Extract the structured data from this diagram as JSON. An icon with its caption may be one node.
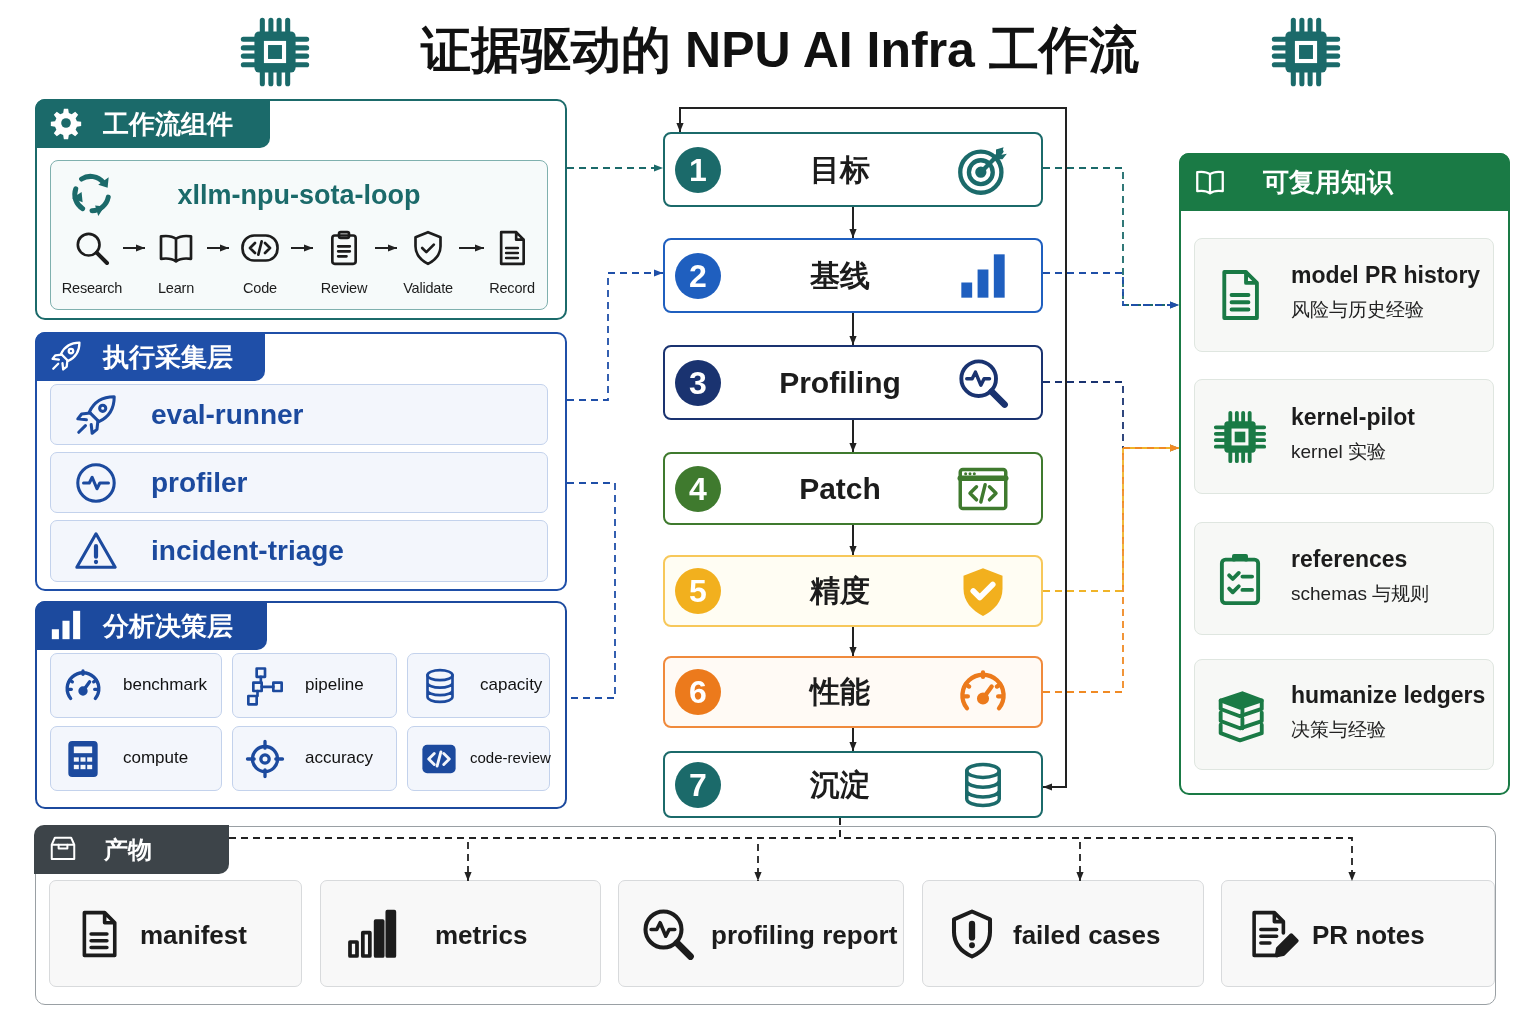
{
  "diagram": {
    "title": "证据驱动的 NPU AI Infra 工作流",
    "nodes": [
      {
        "text": [
          "工作流组件"
        ]
      },
      {
        "text": [
          "xllm-npu-sota-loop"
        ],
        "in": 0
      },
      {
        "text": [
          "Research"
        ],
        "in": 1
      },
      {
        "text": [
          "Learn"
        ],
        "in": 1
      },
      {
        "text": [
          "Code"
        ],
        "in": 1
      },
      {
        "text": [
          "Review"
        ],
        "in": 1
      },
      {
        "text": [
          "Validate"
        ],
        "in": 1
      },
      {
        "text": [
          "Record"
        ],
        "in": 1
      },
      {
        "text": [
          "执行采集层"
        ]
      },
      {
        "text": [
          "eval-runner"
        ],
        "in": 8
      },
      {
        "text": [
          "profiler"
        ],
        "in": 8
      },
      {
        "text": [
          "incident-triage"
        ],
        "in": 8
      },
      {
        "text": [
          "分析决策层"
        ]
      },
      {
        "text": [
          "benchmark"
        ],
        "in": 12
      },
      {
        "text": [
          "pipeline"
        ],
        "in": 12
      },
      {
        "text": [
          "capacity"
        ],
        "in": 12
      },
      {
        "text": [
          "compute"
        ],
        "in": 12
      },
      {
        "text": [
          "accuracy"
        ],
        "in": 12
      },
      {
        "text": [
          "code-review"
        ],
        "in": 12
      },
      {
        "text": [
          "1",
          "目标"
        ]
      },
      {
        "text": [
          "2",
          "基线"
        ]
      },
      {
        "text": [
          "3",
          "Profiling"
        ]
      },
      {
        "text": [
          "4",
          "Patch"
        ]
      },
      {
        "text": [
          "5",
          "精度"
        ]
      },
      {
        "text": [
          "6",
          "性能"
        ]
      },
      {
        "text": [
          "7",
          "沉淀"
        ]
      },
      {
        "text": [
          "可复用知识"
        ]
      },
      {
        "text": [
          "model PR history",
          "风险与历史经验"
        ],
        "in": 26
      },
      {
        "text": [
          "kernel-pilot",
          "kernel 实验"
        ],
        "in": 26
      },
      {
        "text": [
          "references",
          "schemas 与规则"
        ],
        "in": 26
      },
      {
        "text": [
          "humanize ledgers",
          "决策与经验"
        ],
        "in": 26
      },
      {
        "text": [
          "产物"
        ]
      },
      {
        "text": [
          "manifest"
        ],
        "in": 31
      },
      {
        "text": [
          "metrics"
        ],
        "in": 31
      },
      {
        "text": [
          "profiling report"
        ],
        "in": 31
      },
      {
        "text": [
          "failed cases"
        ],
        "in": 31
      },
      {
        "text": [
          "PR notes"
        ],
        "in": 31
      }
    ],
    "edges": [
      {
        "from": 2,
        "to": 3,
        "arrow": "to"
      },
      {
        "from": 3,
        "to": 4,
        "arrow": "to"
      },
      {
        "from": 4,
        "to": 5,
        "arrow": "to"
      },
      {
        "from": 5,
        "to": 6,
        "arrow": "to"
      },
      {
        "from": 6,
        "to": 7,
        "arrow": "to"
      },
      {
        "from": 19,
        "to": 20,
        "arrow": "to"
      },
      {
        "from": 20,
        "to": 21,
        "arrow": "to"
      },
      {
        "from": 21,
        "to": 22,
        "arrow": "to"
      },
      {
        "from": 22,
        "to": 23,
        "arrow": "to"
      },
      {
        "from": 23,
        "to": 24,
        "arrow": "to"
      },
      {
        "from": 24,
        "to": 25,
        "arrow": "to"
      },
      {
        "from": 25,
        "to": 19,
        "arrow": "both"
      },
      {
        "from": 0,
        "to": 19,
        "arrow": "to",
        "style": "dashed",
        "color": "#1b6a6a"
      },
      {
        "from": 8,
        "to": 20,
        "arrow": "to",
        "style": "dashed",
        "color": "#1f4fa8"
      },
      {
        "from": 8,
        "to": 12,
        "arrow": "none",
        "style": "dashed",
        "color": "#1f4fa8"
      },
      {
        "from": 19,
        "to": 26,
        "arrow": "to",
        "style": "dashed",
        "color": "#1b6a6a"
      },
      {
        "from": 20,
        "to": 26,
        "arrow": "to",
        "style": "dashed",
        "color": "#1f4fa8"
      },
      {
        "from": 21,
        "to": 26,
        "arrow": "to",
        "style": "dashed",
        "color": "#1a3370"
      },
      {
        "from": 23,
        "to": 26,
        "arrow": "to",
        "style": "dashed",
        "color": "#f0b429"
      },
      {
        "from": 24,
        "to": 26,
        "arrow": "to",
        "style": "dashed",
        "color": "#f08a24"
      },
      {
        "from": 25,
        "to": 31,
        "arrow": "none",
        "style": "dashed"
      },
      {
        "from": 25,
        "to": 33,
        "arrow": "to",
        "style": "dashed"
      },
      {
        "from": 25,
        "to": 34,
        "arrow": "to",
        "style": "dashed"
      },
      {
        "from": 25,
        "to": 35,
        "arrow": "to",
        "style": "dashed"
      },
      {
        "from": 25,
        "to": 36,
        "arrow": "to",
        "style": "dashed"
      }
    ]
  }
}
